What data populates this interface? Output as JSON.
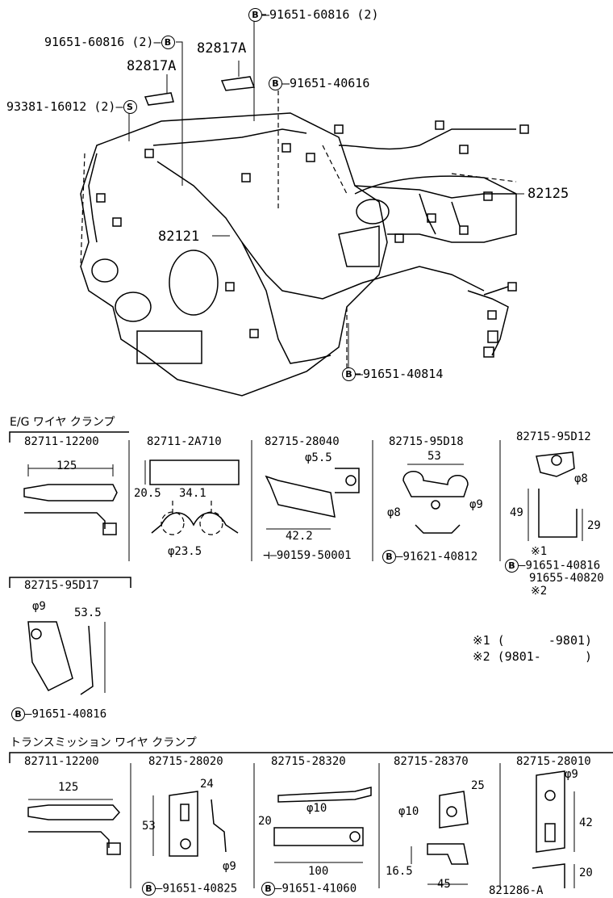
{
  "engine": {
    "callouts": {
      "top_bolt": "91651-60816 (2)",
      "left_bolt": "91651-60816 (2)",
      "clamp_a_right": "82817A",
      "clamp_a_left": "82817A",
      "bolt_40616": "91651-40616",
      "screw_16012": "93381-16012 (2)",
      "harness_right": "82125",
      "harness_left": "82121",
      "bolt_40814": "91651-40814"
    },
    "badges": {
      "b": "B",
      "s": "S"
    }
  },
  "eg_section": {
    "title": "E/G ワイヤ クランプ",
    "parts": [
      {
        "pn": "82711-12200",
        "dims": [
          "125"
        ]
      },
      {
        "pn": "82711-2A710",
        "dims": [
          "20.5",
          "34.1",
          "φ23.5"
        ]
      },
      {
        "pn": "82715-28040",
        "dims": [
          "φ5.5",
          "42.2"
        ],
        "fastener": "90159-50001"
      },
      {
        "pn": "82715-95D18",
        "dims": [
          "53",
          "φ8",
          "φ9"
        ],
        "fastener": "91621-40812"
      },
      {
        "pn": "82715-95D12",
        "dims": [
          "φ8",
          "49",
          "29"
        ],
        "note1": "※1",
        "fastener1": "91651-40816",
        "fastener2": "91655-40820",
        "note2": "※2"
      }
    ],
    "part6": {
      "pn": "82715-95D17",
      "dims": [
        "φ9",
        "53.5"
      ],
      "fastener": "91651-40816"
    },
    "notes": [
      "※1 (      -9801)",
      "※2 (9801-      )"
    ]
  },
  "tm_section": {
    "title": "トランスミッション ワイヤ クランプ",
    "parts": [
      {
        "pn": "82711-12200",
        "dims": [
          "125"
        ]
      },
      {
        "pn": "82715-28020",
        "dims": [
          "24",
          "53",
          "φ9"
        ],
        "fastener": "91651-40825"
      },
      {
        "pn": "82715-28320",
        "dims": [
          "φ10",
          "20",
          "100"
        ],
        "fastener": "91651-41060"
      },
      {
        "pn": "82715-28370",
        "dims": [
          "25",
          "φ10",
          "16.5",
          "45"
        ]
      },
      {
        "pn": "82715-28010",
        "dims": [
          "φ9",
          "42",
          "20"
        ]
      }
    ],
    "footer_code": "821286-A"
  }
}
